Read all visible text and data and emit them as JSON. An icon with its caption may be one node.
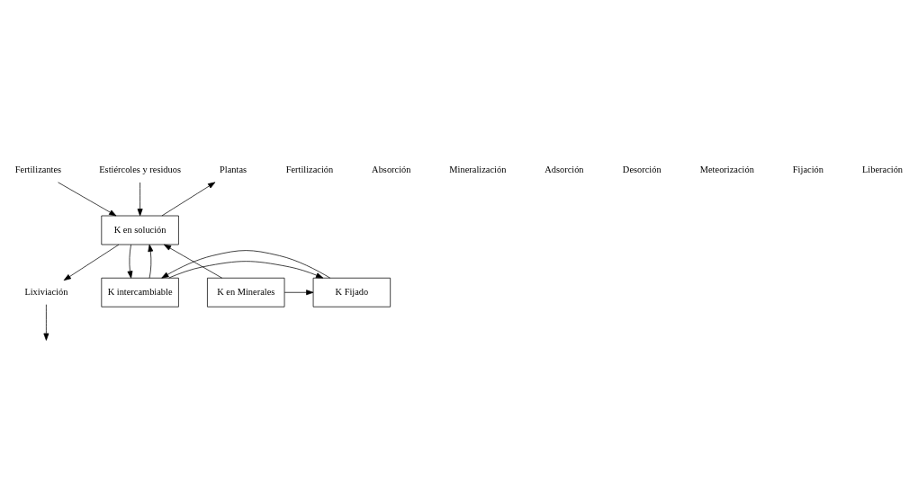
{
  "diagram": {
    "nodes": [
      {
        "text": [
          "Fertilizantes"
        ]
      },
      {
        "text": [
          "Plantas"
        ]
      },
      {
        "text": [
          "Estiércoles y residuos"
        ]
      },
      {
        "text": [
          "K en solución"
        ]
      },
      {
        "text": [
          "Lixiviación"
        ]
      },
      {
        "text": [
          "K en Minerales"
        ]
      },
      {
        "text": [
          "K Fijado"
        ]
      },
      {
        "text": [
          "K intercambiable"
        ]
      }
    ],
    "edges": [
      {
        "from": 0,
        "to": 3,
        "arrow": "to"
      },
      {
        "from": 3,
        "to": 1,
        "arrow": "to"
      },
      {
        "from": 2,
        "to": 3,
        "arrow": "to"
      },
      {
        "from": 3,
        "to": 4,
        "arrow": "to"
      },
      {
        "from": 4,
        "to": null,
        "arrow": "to"
      },
      {
        "from": 5,
        "to": 3,
        "arrow": "to"
      },
      {
        "from": 3,
        "to": 7,
        "arrow": "to"
      },
      {
        "from": 7,
        "to": 3,
        "arrow": "to"
      },
      {
        "from": 5,
        "to": 6,
        "arrow": "to"
      },
      {
        "from": 7,
        "to": 6,
        "arrow": "to"
      },
      {
        "from": 6,
        "to": 7,
        "arrow": "to"
      }
    ],
    "labels": [
      "Fertilización",
      "Absorción",
      "Mineralización",
      "Adsorción",
      "Desorción",
      "Meteorización",
      "Fijación",
      "Liberación"
    ]
  }
}
